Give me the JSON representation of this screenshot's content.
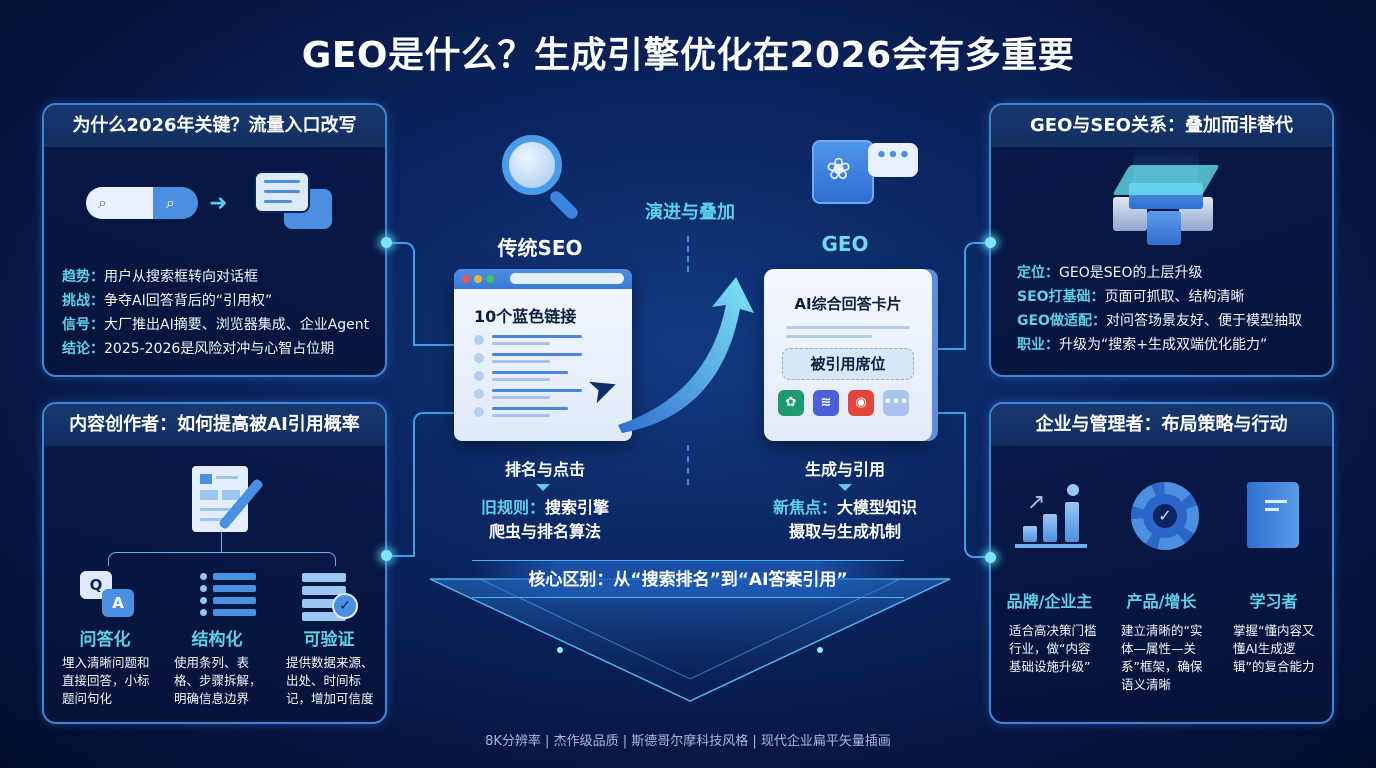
{
  "title": "GEO是什么？生成引擎优化在2026会有多重要",
  "panels": {
    "why2026": {
      "header": "为什么2026年关键？流量入口改写",
      "icons": [
        "search-bar-icon",
        "arrow-right-icon",
        "chat-bubbles-icon"
      ],
      "items": [
        {
          "k": "趋势：",
          "v": "用户从搜索框转向对话框"
        },
        {
          "k": "挑战：",
          "v": "争夺AI回答背后的“引用权”"
        },
        {
          "k": "信号：",
          "v": "大厂推出AI摘要、浏览器集成、企业Agent"
        },
        {
          "k": "结论：",
          "v": "2025-2026是风险对冲与心智占位期"
        }
      ]
    },
    "creators": {
      "header": "内容创作者：如何提高被AI引用概率",
      "icon": "document-pen-icon",
      "columns": [
        {
          "icon": "qa-icon",
          "q": "Q",
          "a": "A",
          "title": "问答化",
          "desc": "埋入清晰问题和直接回答，小标题问句化"
        },
        {
          "icon": "list-icon",
          "title": "结构化",
          "desc": "使用条列、表格、步骤拆解，明确信息边界"
        },
        {
          "icon": "verified-data-icon",
          "title": "可验证",
          "desc": "提供数据来源、出处、时间标记，增加可信度"
        }
      ]
    },
    "relation": {
      "header": "GEO与SEO关系：叠加而非替代",
      "icon": "stacked-layers-icon",
      "items": [
        {
          "k": "定位：",
          "v": "GEO是SEO的上层升级"
        },
        {
          "k": "SEO打基础：",
          "v": "页面可抓取、结构清晰"
        },
        {
          "k": "GEO做适配：",
          "v": "对问答场景友好、便于模型抽取"
        },
        {
          "k": "职业：",
          "v": "升级为“搜索+生成双端优化能力”"
        }
      ]
    },
    "enterprise": {
      "header": "企业与管理者：布局策略与行动",
      "columns": [
        {
          "icon": "growth-chart-icon",
          "title": "品牌/企业主",
          "desc": "适合高决策门槛行业，做“内容基础设施升级”"
        },
        {
          "icon": "gear-check-icon",
          "title": "产品/增长",
          "desc": "建立清晰的“实体—属性—关系”框架，确保语义清晰"
        },
        {
          "icon": "book-icon",
          "title": "学习者",
          "desc": "掌握“懂内容又懂AI生成逻辑”的复合能力"
        }
      ]
    }
  },
  "center": {
    "evolution_label": "演进与叠加",
    "seo": {
      "label": "传统SEO",
      "icon": "magnifier-icon",
      "window_title": "10个蓝色链接",
      "results_count": 5,
      "sub": "排名与点击",
      "rule_k": "旧规则：",
      "rule_v1": "搜索引擎",
      "rule_v2": "爬虫与排名算法"
    },
    "geo": {
      "label": "GEO",
      "icon": "ai-chip-brain-icon",
      "bubble": "•••",
      "card_title": "AI综合回答卡片",
      "cite_slot": "被引用席位",
      "apps": [
        {
          "name": "chatgpt-app-icon",
          "glyph": "✿",
          "color": "#1f9a6e"
        },
        {
          "name": "wenxin-app-icon",
          "glyph": "≋",
          "color": "#4a5fd8"
        },
        {
          "name": "weibo-app-icon",
          "glyph": "◉",
          "color": "#e0463b"
        },
        {
          "name": "more-apps-icon",
          "glyph": "•••",
          "color": "#a9c4ea"
        }
      ],
      "sub": "生成与引用",
      "rule_k": "新焦点：",
      "rule_v1": "大模型知识",
      "rule_v2": "摄取与生成机制"
    },
    "core_difference": "核心区别：从“搜索排名”到“AI答案引用”"
  },
  "footer": "8K分辨率 | 杰作级品质 | 斯德哥尔摩科技风格 | 现代企业扁平矢量插画",
  "colors": {
    "background": "#061540",
    "panel_border": "#3f86d8",
    "accent_cyan": "#5fd0ea",
    "accent_blue": "#4a8fe0"
  }
}
